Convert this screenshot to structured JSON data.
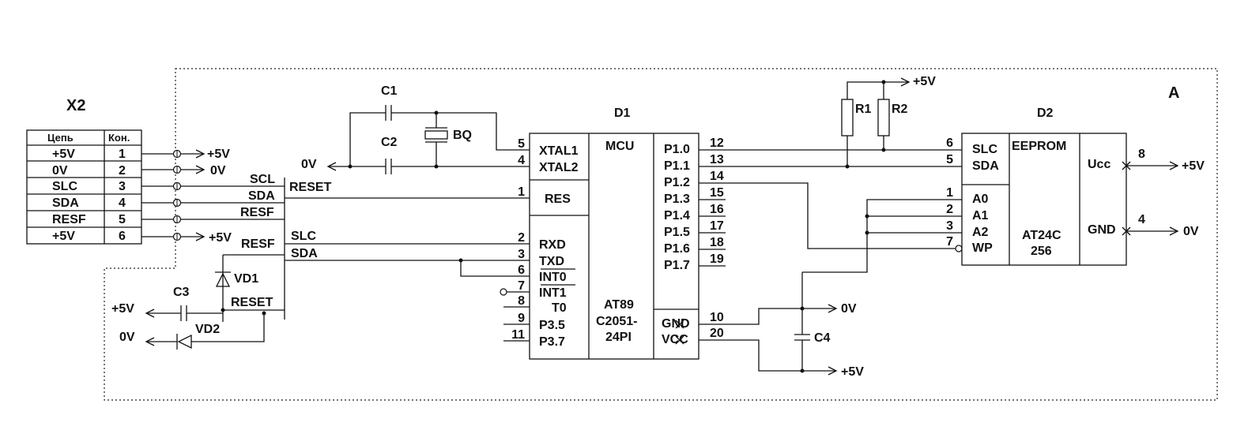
{
  "connector": {
    "ref": "X2",
    "header_circuit": "Цепь",
    "header_contact": "Кон.",
    "rows": [
      {
        "circuit": "+5V",
        "contact": "1"
      },
      {
        "circuit": "0V",
        "contact": "2"
      },
      {
        "circuit": "SLC",
        "contact": "3"
      },
      {
        "circuit": "SDA",
        "contact": "4"
      },
      {
        "circuit": "RESF",
        "contact": "5"
      },
      {
        "circuit": "+5V",
        "contact": "6"
      }
    ],
    "outputs": [
      "+5V",
      "0V",
      "+5V"
    ]
  },
  "block": {
    "ref": "A"
  },
  "mcu": {
    "ref": "D1",
    "type": "MCU",
    "part": [
      "AT89",
      "C2051-",
      "24PI"
    ],
    "left_pins": [
      {
        "num": "5",
        "name": "XTAL1"
      },
      {
        "num": "4",
        "name": "XTAL2"
      },
      {
        "num": "1",
        "name": "RES"
      },
      {
        "num": "2",
        "name": "RXD"
      },
      {
        "num": "3",
        "name": "TXD"
      },
      {
        "num": "6",
        "name": "INT0"
      },
      {
        "num": "7",
        "name": "INT1"
      },
      {
        "num": "8",
        "name": "T0"
      },
      {
        "num": "9",
        "name": "P3.5"
      },
      {
        "num": "11",
        "name": "P3.7"
      }
    ],
    "right_pins": [
      {
        "num": "12",
        "name": "P1.0"
      },
      {
        "num": "13",
        "name": "P1.1"
      },
      {
        "num": "14",
        "name": "P1.2"
      },
      {
        "num": "15",
        "name": "P1.3"
      },
      {
        "num": "16",
        "name": "P1.4"
      },
      {
        "num": "17",
        "name": "P1.5"
      },
      {
        "num": "18",
        "name": "P1.6"
      },
      {
        "num": "19",
        "name": "P1.7"
      },
      {
        "num": "10",
        "name": "GND"
      },
      {
        "num": "20",
        "name": "VCC"
      }
    ]
  },
  "eeprom": {
    "ref": "D2",
    "type": "EEPROM",
    "part": [
      "AT24C",
      "256"
    ],
    "left_pins": [
      {
        "num": "6",
        "name": "SLC"
      },
      {
        "num": "5",
        "name": "SDA"
      },
      {
        "num": "1",
        "name": "A0"
      },
      {
        "num": "2",
        "name": "A1"
      },
      {
        "num": "3",
        "name": "A2"
      },
      {
        "num": "7",
        "name": "WP"
      }
    ],
    "right_pins": [
      {
        "num": "8",
        "name": "Ucc"
      },
      {
        "num": "4",
        "name": "GND"
      }
    ],
    "supply": [
      "+5V",
      "0V"
    ]
  },
  "bus_labels": {
    "scl": "SCL",
    "sda": "SDA",
    "resf": "RESF",
    "reset": "RESET",
    "resf2": "RESF",
    "slc": "SLC",
    "sda2": "SDA",
    "reset2": "RESET"
  },
  "parts": {
    "c1": "C1",
    "c2": "C2",
    "bq": "BQ",
    "c3": "C3",
    "c4": "C4",
    "vd1": "VD1",
    "vd2": "VD2",
    "r1": "R1",
    "r2": "R2"
  },
  "nets": {
    "osc_0v": "0V",
    "pullup_5v": "+5V",
    "c4_0v": "0V",
    "c4_5v": "+5V",
    "c3_5v": "+5V",
    "vd2_0v": "0V"
  }
}
